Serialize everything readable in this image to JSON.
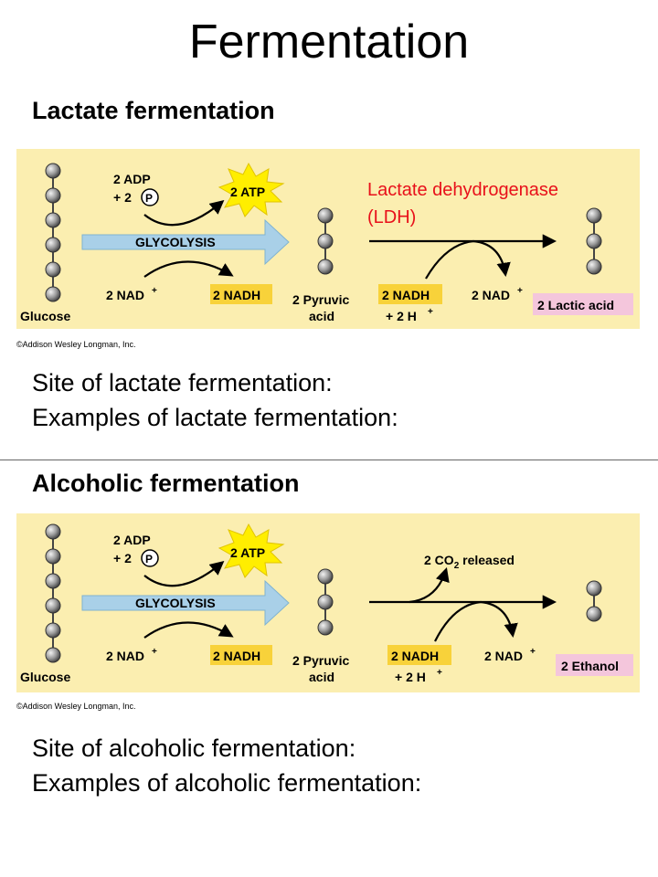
{
  "title": "Fermentation",
  "lactate": {
    "heading": "Lactate fermentation",
    "enzyme_line1": "Lactate dehydrogenase",
    "enzyme_line2": "(LDH)",
    "glucose": "Glucose",
    "adp_line1": "2 ADP",
    "adp_line2": "+ 2",
    "phosphate": "P",
    "atp": "2 ATP",
    "glycolysis": "GLYCOLYSIS",
    "nad_in": "2 NAD",
    "nadh_out": "2 NADH",
    "pyruvic_line1": "2 Pyruvic",
    "pyruvic_line2": "acid",
    "nadh_in": "2 NADH",
    "h_plus": "+ 2 H",
    "nad_out": "2 NAD",
    "product": "2 Lactic acid",
    "plus_sign": "+",
    "credit": "©Addison Wesley Longman, Inc.",
    "site_label": "Site of lactate fermentation:",
    "examples_label": "Examples of lactate fermentation:",
    "colors": {
      "enzyme_text": "#e8101a",
      "product_box": "#f4c6dc"
    }
  },
  "alcoholic": {
    "heading": "Alcoholic fermentation",
    "glucose": "Glucose",
    "adp_line1": "2 ADP",
    "adp_line2": "+ 2",
    "phosphate": "P",
    "atp": "2 ATP",
    "glycolysis": "GLYCOLYSIS",
    "nad_in": "2 NAD",
    "nadh_out": "2 NADH",
    "pyruvic_line1": "2 Pyruvic",
    "pyruvic_line2": "acid",
    "co2_a": "2 CO",
    "co2_sub": "2",
    "co2_b": " released",
    "nadh_in": "2 NADH",
    "h_plus": "+ 2 H",
    "nad_out": "2 NAD",
    "product": "2 Ethanol",
    "plus_sign": "+",
    "credit": "©Addison Wesley Longman, Inc.",
    "site_label": "Site of alcoholic fermentation:",
    "examples_label": "Examples of alcoholic fermentation:",
    "colors": {
      "product_box": "#f4c6dc"
    }
  },
  "colors": {
    "panel_bg": "#fbeeb0",
    "nadh_box": "#f8d23a",
    "atp_star": "#ffee00",
    "glycolysis_arrow": "#a9d0e8"
  },
  "icons": [
    "carbon-ball-icon",
    "atp-starburst-icon",
    "glycolysis-arrow-icon",
    "phosphate-circle-icon"
  ]
}
